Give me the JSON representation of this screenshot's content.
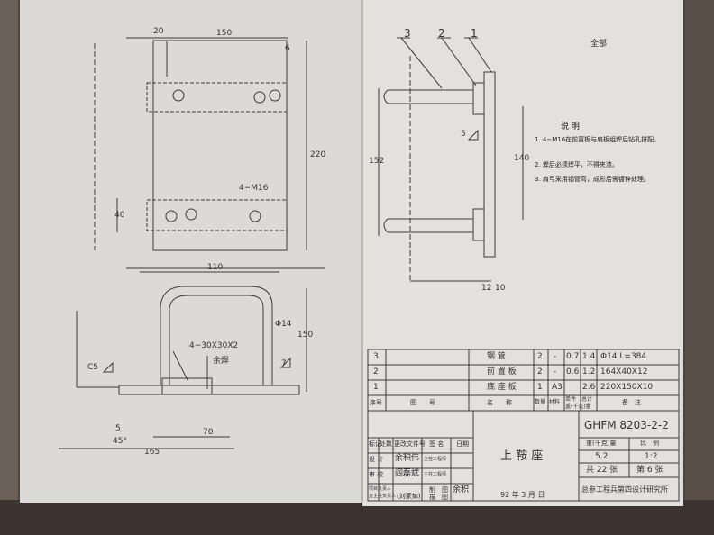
{
  "plan_view": {
    "dims": {
      "top_left": "20",
      "top_width": "150",
      "top_right": "6",
      "height": "220",
      "left_height": "40",
      "bolt": "4−M16"
    }
  },
  "section_view": {
    "dims": {
      "width": "110",
      "height": "150",
      "pipe": "Φ14",
      "bar": "4−30X30X2",
      "weld_label": "余焊",
      "bottom_width": "165",
      "inner_width": "70",
      "gap": "5",
      "angle": "45°",
      "weld_left": "C5",
      "weld_right": "7"
    }
  },
  "side_view": {
    "callouts": [
      "3",
      "2",
      "1"
    ],
    "dims": {
      "height": "152",
      "inner": "140",
      "bottom_a": "12",
      "bottom_b": "10",
      "weld": "5"
    }
  },
  "corner_note": "全部",
  "notes": {
    "title": "说 明",
    "items": [
      "1. 4−M16在前置板与肩板组焊后钻孔拼配。",
      "2. 焊后必须焊平，不得夹渣。",
      "3. 肩弓采用钢管弯，成形后需镀锌处理。"
    ]
  },
  "bom": {
    "rows": [
      {
        "seq": "3",
        "name": "钢 管",
        "qty": "2",
        "mat": "-",
        "unit_wt": "0.7",
        "total_wt": "1.4",
        "remark": "Φ14 L=384"
      },
      {
        "seq": "2",
        "name": "前 置 板",
        "qty": "2",
        "mat": "-",
        "unit_wt": "0.6",
        "total_wt": "1.2",
        "remark": "164X40X12"
      },
      {
        "seq": "1",
        "name": "底 座 板",
        "qty": "1",
        "mat": "A3",
        "unit_wt": "",
        "total_wt": "2.6",
        "remark": "220X150X10"
      }
    ],
    "header": {
      "seq": "序号",
      "code": "图　　号",
      "name": "名　　称",
      "qty": "数量",
      "mat": "材料",
      "unit_wt": "单件",
      "total_wt": "总计",
      "weight": "重(千克)量",
      "remark": "备　注"
    }
  },
  "title_block": {
    "drawing_no": "GHFM 8203-2-2",
    "part_name": "上 鞍 座",
    "weight_label": "重(千克)量",
    "scale_label": "比　例",
    "weight": "5.2",
    "scale": "1:2",
    "total": "共 22 张",
    "sheet": "第 6 张",
    "company": "总参工程兵第四设计研究所",
    "date": "92 年 3 月 日",
    "sign_rows": [
      {
        "label": "标记",
        "b": "处数",
        "c": "更改文件号",
        "d": "签 名",
        "e": "日期"
      },
      {
        "label": "设 计",
        "sig": "余积伟",
        "role": "主任工程师"
      },
      {
        "label": "审 校",
        "sig": "阎磊斌",
        "role": "主任工程师"
      },
      {
        "label": "项目负责人",
        "sig": "",
        "role": "制　图"
      },
      {
        "label": "室主任负责人",
        "sig": "(刘家如)",
        "role": "描　图"
      }
    ],
    "approver": "余积"
  }
}
